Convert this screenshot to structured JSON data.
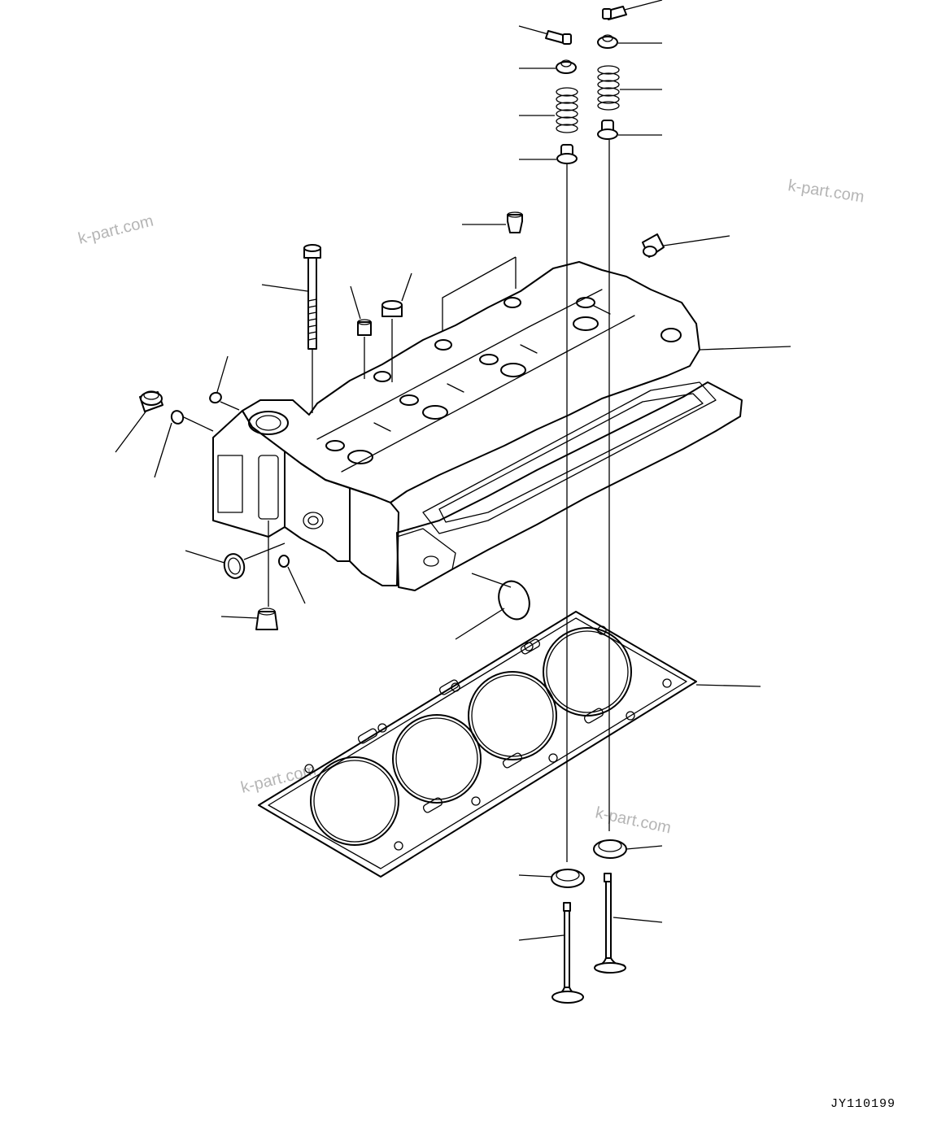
{
  "watermark": {
    "text": "k-part.com"
  },
  "drawing_id": "JY110199",
  "parts": [
    {
      "name": "valve-cotter-exhaust"
    },
    {
      "name": "valve-cotter-intake"
    },
    {
      "name": "spring-retainer"
    },
    {
      "name": "valve-spring"
    },
    {
      "name": "valve-stem-seal"
    },
    {
      "name": "cylinder-head-assembly"
    },
    {
      "name": "cylinder-head-gasket"
    },
    {
      "name": "valve-seat-insert"
    },
    {
      "name": "intake-valve"
    },
    {
      "name": "exhaust-valve"
    }
  ]
}
